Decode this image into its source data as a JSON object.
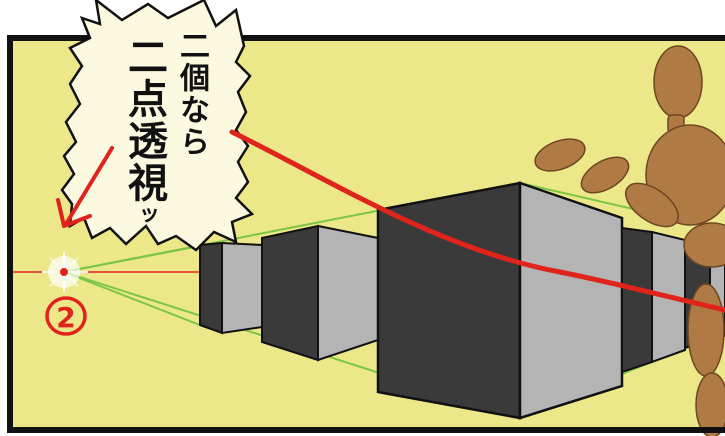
{
  "speech_bubble": {
    "line1": "二個なら",
    "line2": "二点透視",
    "line2_suffix": "ッ"
  },
  "vanishing_point": {
    "number": "2"
  },
  "colors": {
    "panel_background": "#ece88a",
    "panel_border": "#111111",
    "perspective_lines": "#7cc545",
    "annotation_red": "#e0241b",
    "block_dark": "#3a3a3a",
    "block_light": "#b4b4b4",
    "mannequin_wood": "#b07a45"
  },
  "icons": [
    "burst-speech-bubble-icon",
    "mannequin-figure-icon",
    "vanishing-point-glow-icon",
    "curved-arrow-icon"
  ]
}
